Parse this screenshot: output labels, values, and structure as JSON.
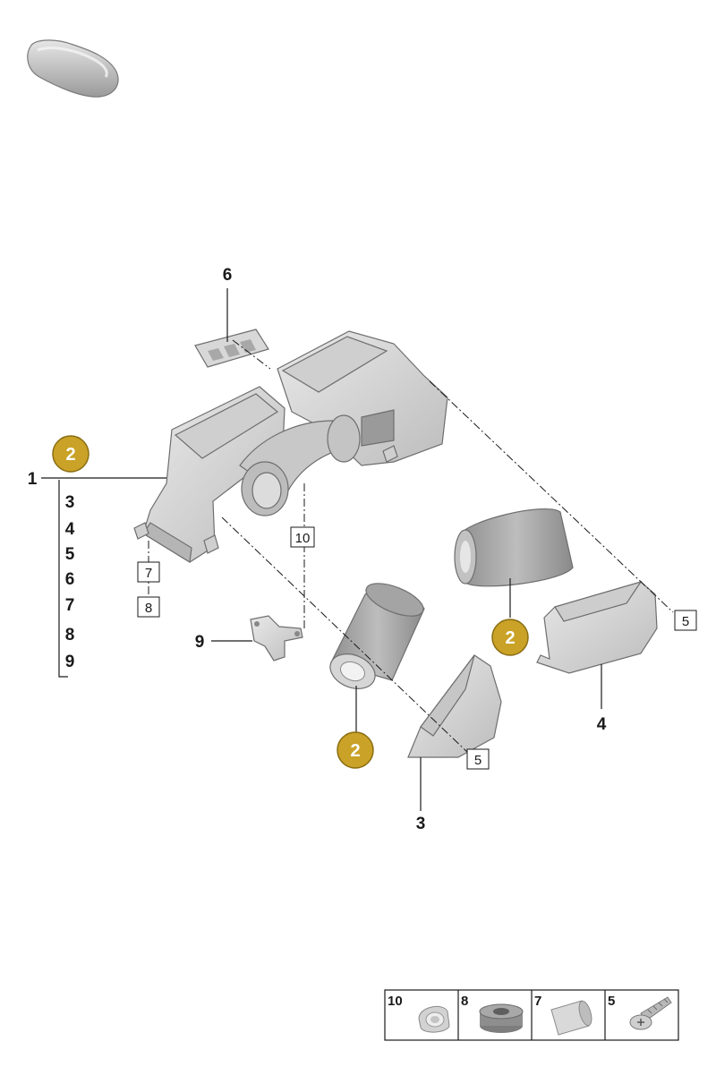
{
  "colors": {
    "badge_fill": "#c9a227",
    "badge_stroke": "#8a6d12",
    "part_fill": "#d6d6d6",
    "part_shade": "#b8b8b8",
    "line": "#1a1a1a"
  },
  "callouts": {
    "housing": "1",
    "filter_badge_left": "2",
    "filter_badge_mid": "2",
    "filter_badge_right": "2",
    "intake_duct_left": "3",
    "intake_duct_right": "4",
    "grille": "6",
    "bracket": "9"
  },
  "sublist": [
    "3",
    "4",
    "5",
    "6",
    "7",
    "8",
    "9"
  ],
  "boxed_labels": {
    "screw_right": "5",
    "screw_lower": "5",
    "grommet_top": "10",
    "sleeve": "7",
    "bushing": "8"
  },
  "legend": [
    {
      "num": "10",
      "icon": "grommet-icon"
    },
    {
      "num": "8",
      "icon": "bushing-icon"
    },
    {
      "num": "7",
      "icon": "sleeve-icon"
    },
    {
      "num": "5",
      "icon": "screw-icon"
    }
  ]
}
